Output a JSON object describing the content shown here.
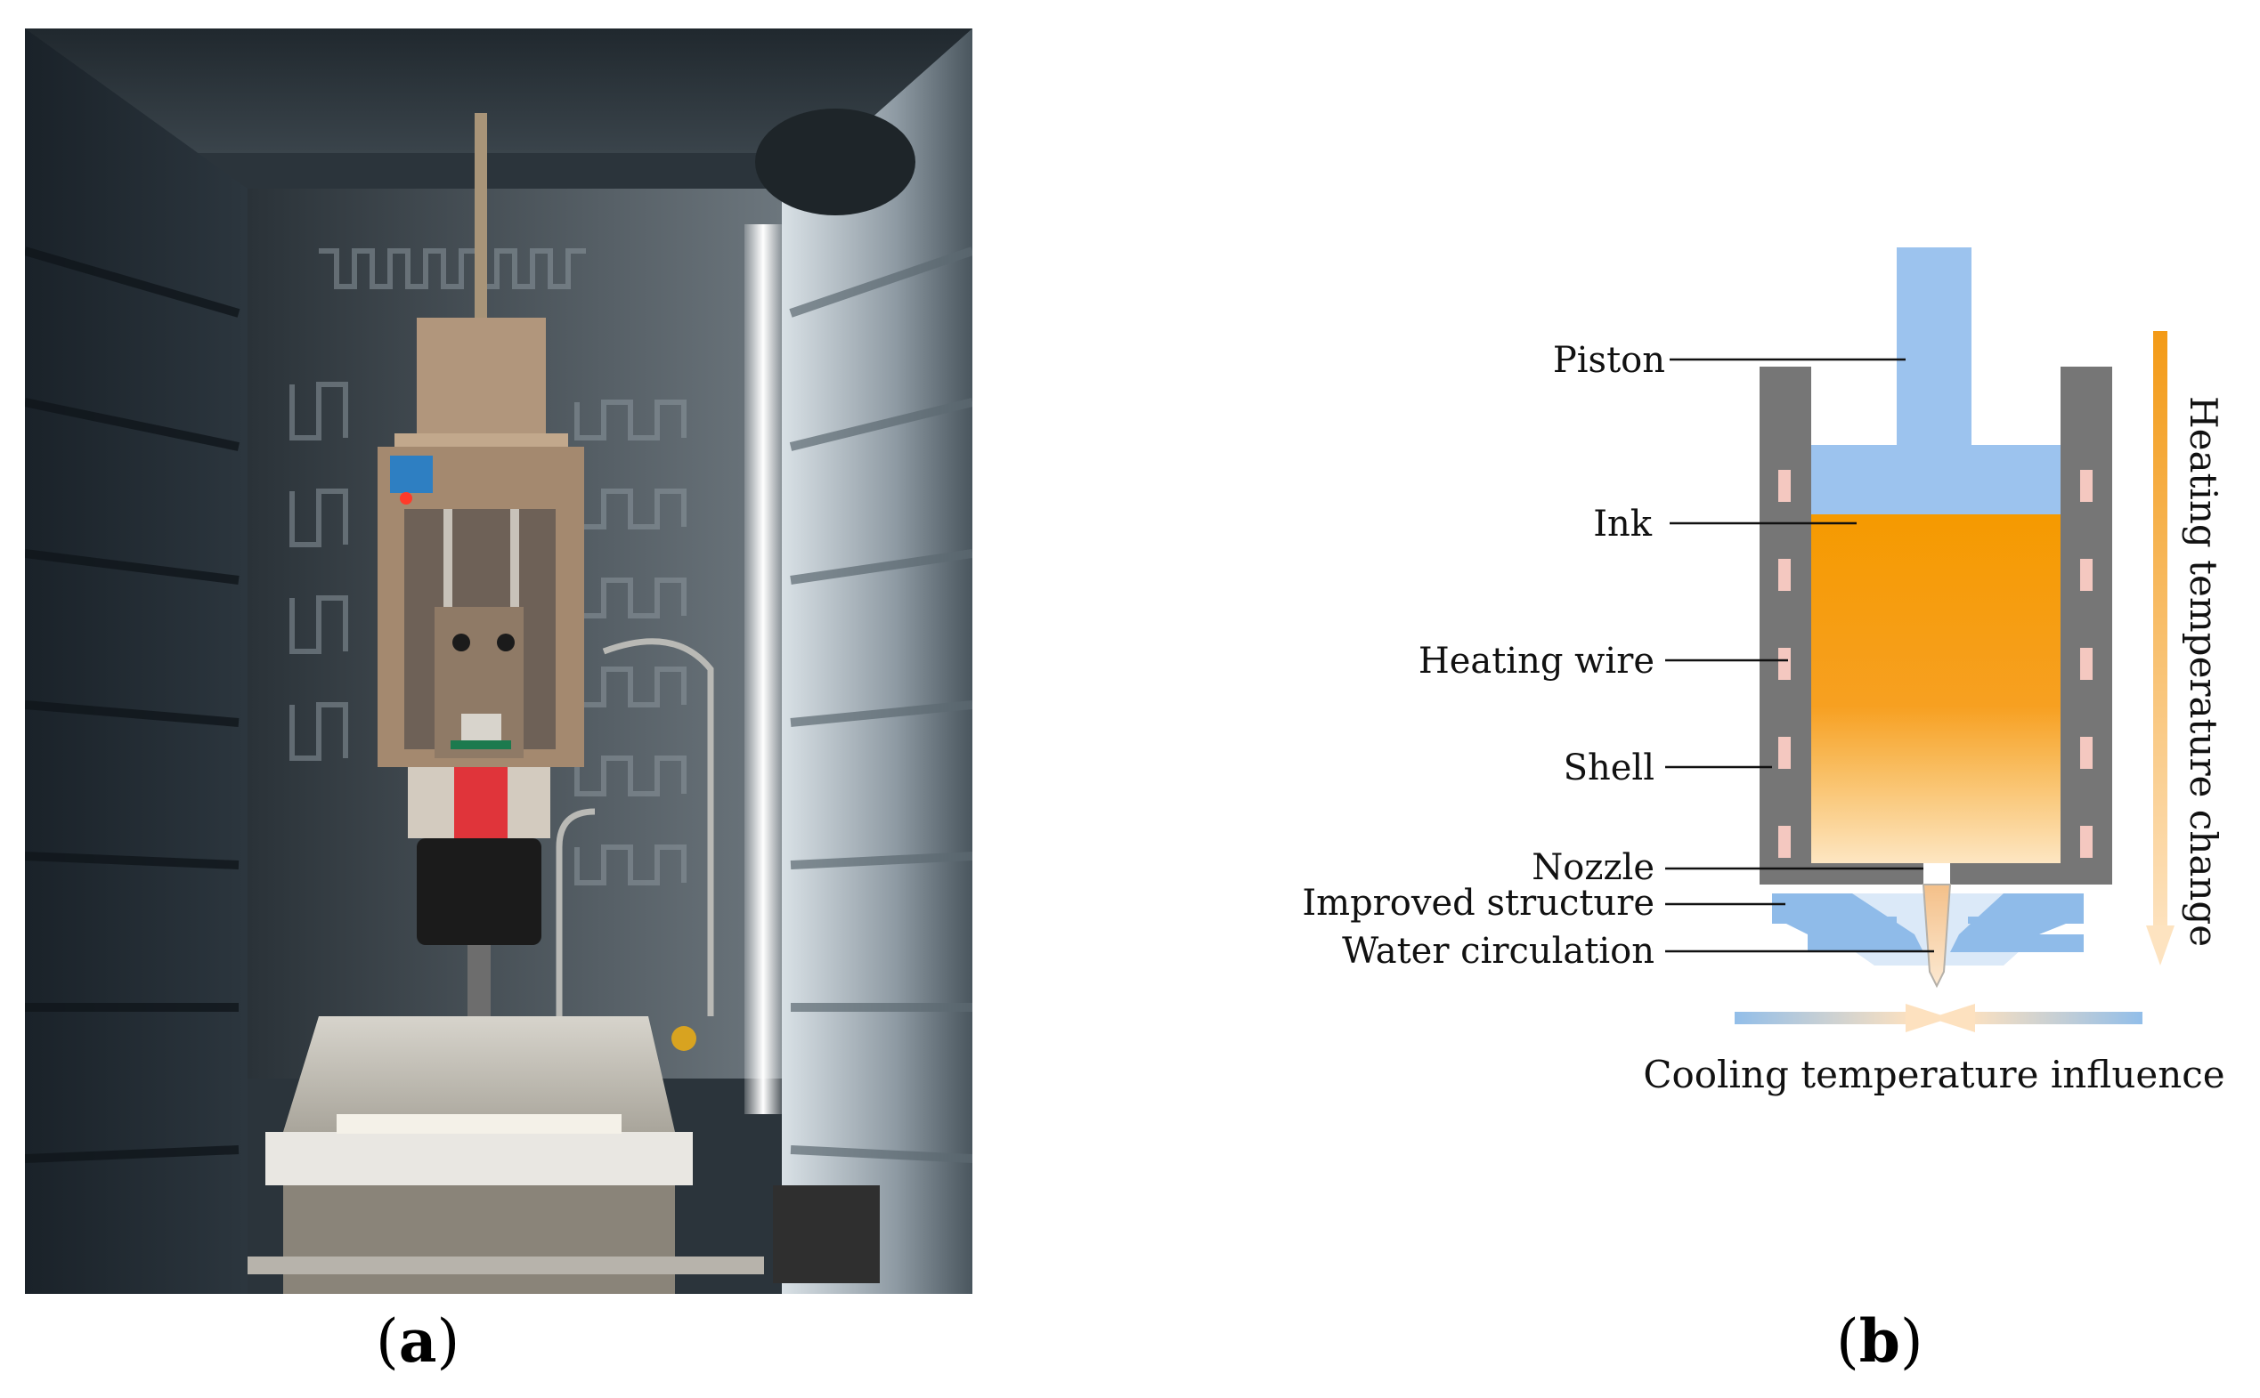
{
  "panels": {
    "a": {
      "open": "(",
      "letter": "a",
      "close": ")"
    },
    "b": {
      "open": "(",
      "letter": "b",
      "close": ")"
    }
  },
  "diagram": {
    "labels": {
      "piston": "Piston",
      "ink": "Ink",
      "heating_wire": "Heating wire",
      "shell": "Shell",
      "nozzle": "Nozzle",
      "improved_structure": "Improved structure",
      "water_circulation": "Water circulation"
    },
    "heating_caption": "Heating temperature change",
    "cooling_caption": "Cooling temperature influence"
  },
  "colors": {
    "piston": "#9cc3ee",
    "ink_top": "#f59a00",
    "ink_bottom": "#fde3b8",
    "shell": "#767676",
    "heating_wire": "#f4c8c0",
    "water": "#8fbbe9",
    "arrow": "#f39a16"
  }
}
